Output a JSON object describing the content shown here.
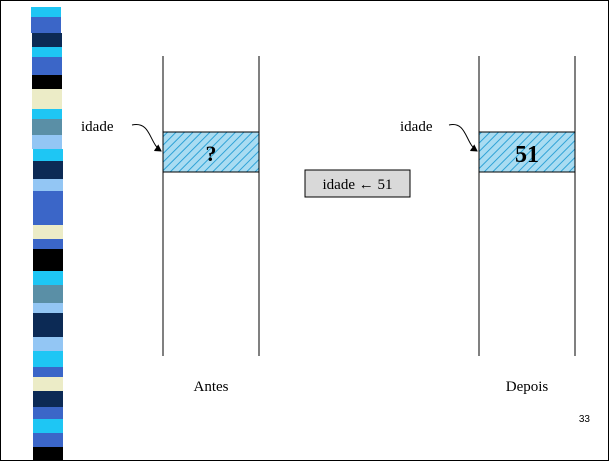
{
  "before": {
    "variable_label": "idade",
    "cell_value": "?",
    "caption": "Antes"
  },
  "after": {
    "variable_label": "idade",
    "cell_value": "51",
    "caption": "Depois"
  },
  "assignment": "idade ← 51",
  "page_number": "33",
  "colors": {
    "cell_fill": "#a9dcf2",
    "cell_hatch": "#2ea2d6",
    "assignment_bg": "#d9d9d9",
    "stripe_palette": [
      "#000000",
      "#1ec6f4",
      "#3b66c8",
      "#ececc7",
      "#ffffff",
      "#5a8fa6",
      "#93c6f4",
      "#0c2a55"
    ]
  }
}
